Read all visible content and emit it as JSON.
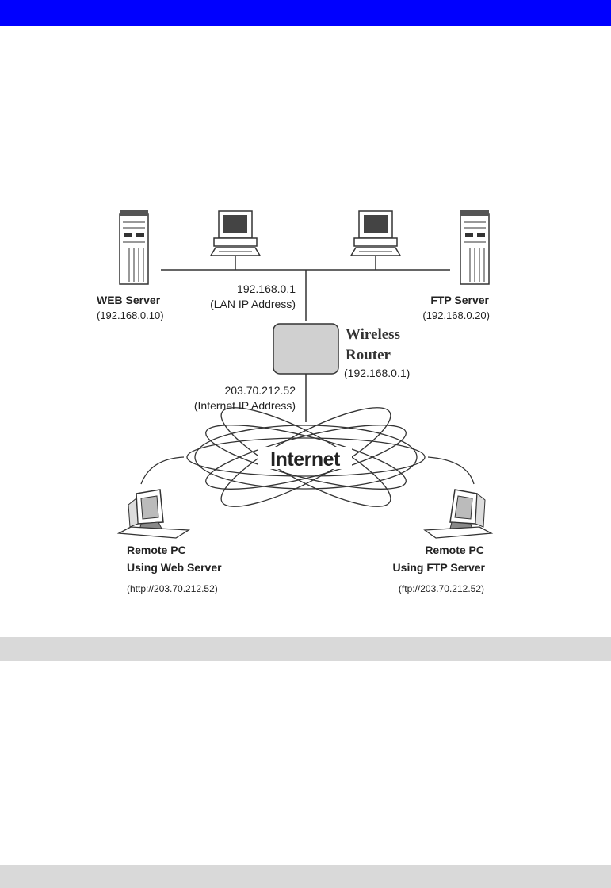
{
  "diagram": {
    "web_server": {
      "name": "WEB Server",
      "ip": "(192.168.0.10)"
    },
    "ftp_server": {
      "name": "FTP Server",
      "ip": "(192.168.0.20)"
    },
    "lan_ip": {
      "value": "192.168.0.1",
      "caption": "(LAN IP Address)"
    },
    "router": {
      "line1": "Wireless",
      "line2": "Router",
      "ip": "(192.168.0.1)"
    },
    "internet_ip": {
      "value": "203.70.212.52",
      "caption": "(Internet IP Address)"
    },
    "internet_label": "Internet",
    "remote_web": {
      "line1": "Remote PC",
      "line2": "Using Web Server",
      "url": "(http://203.70.212.52)"
    },
    "remote_ftp": {
      "line1": "Remote PC",
      "line2": "Using FTP Server",
      "url": "(ftp://203.70.212.52)"
    }
  },
  "colors": {
    "top_bar": "#0000ff",
    "section_bar": "#d9d9d9",
    "router_fill": "#d0d0d0"
  }
}
